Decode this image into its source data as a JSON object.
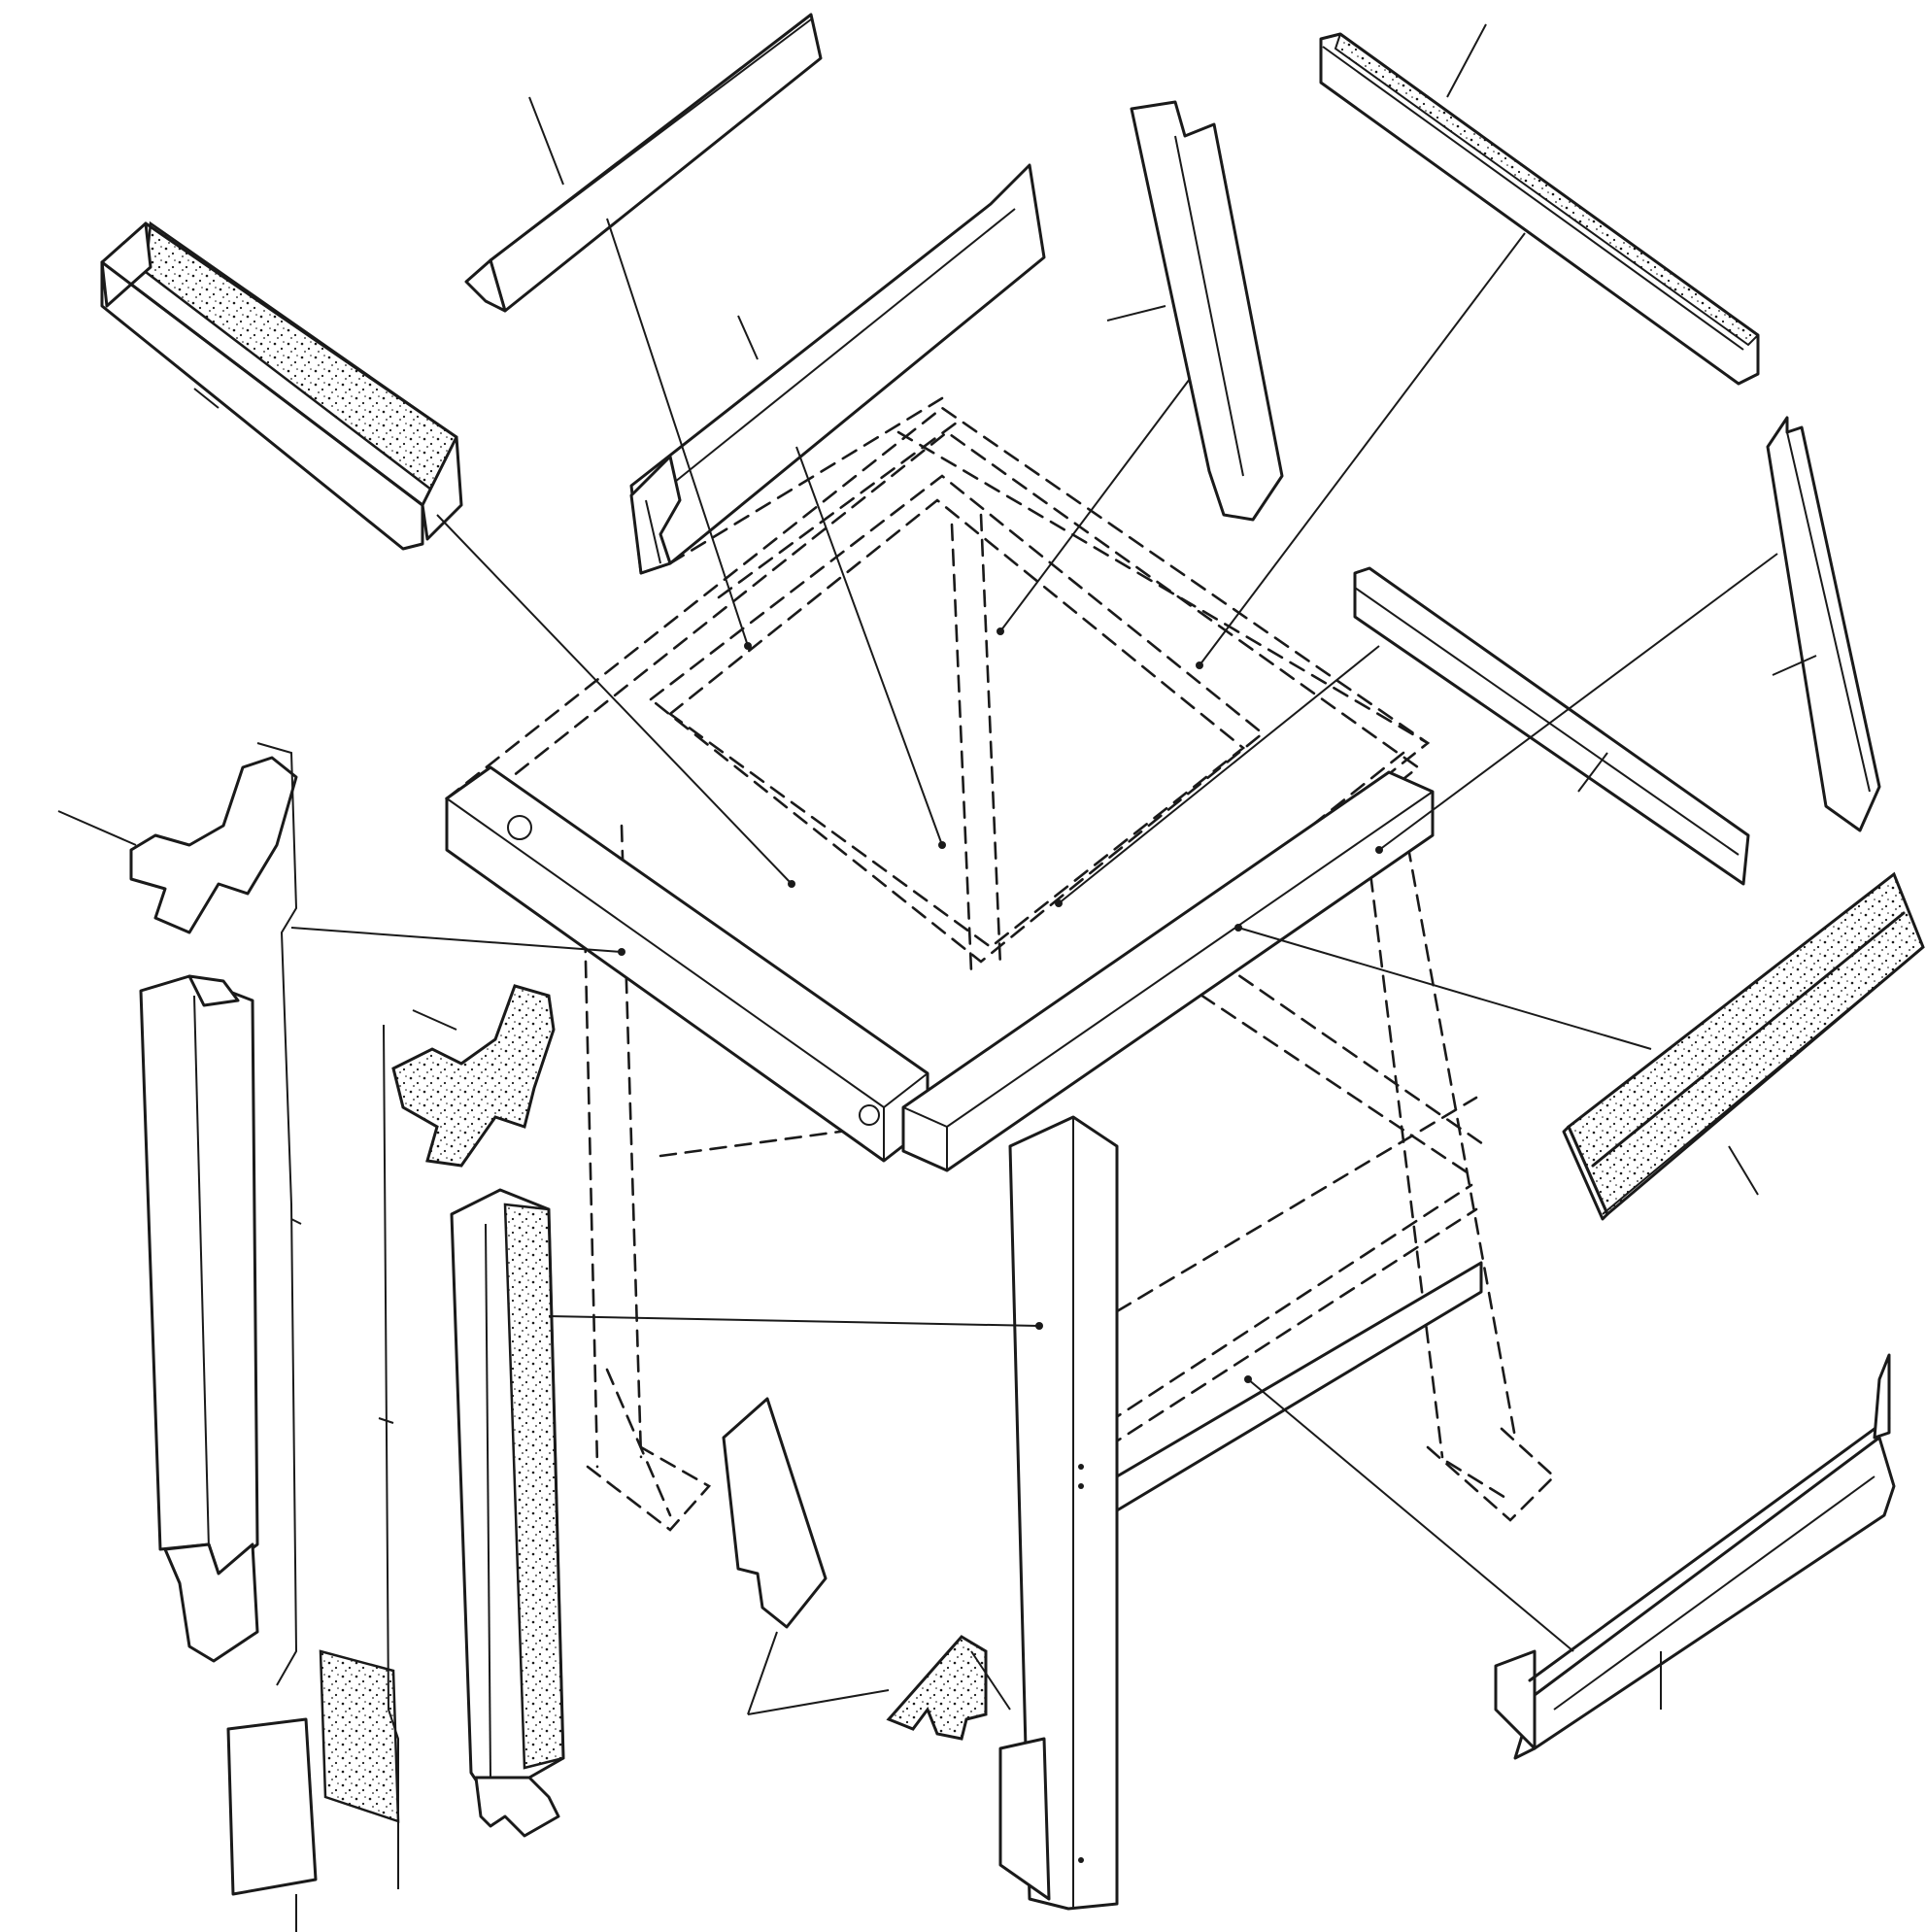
{
  "diagram": {
    "colors": {
      "ink": "#1a1a1a",
      "paper": "#ffffff",
      "stipple": "#1a1a1a"
    },
    "parts": [
      {
        "id": "top-left-channel"
      },
      {
        "id": "top-rail-angle"
      },
      {
        "id": "upper-side-trim"
      },
      {
        "id": "rear-post-trim"
      },
      {
        "id": "top-right-rail"
      },
      {
        "id": "right-upright-strip"
      },
      {
        "id": "mid-right-bar"
      },
      {
        "id": "right-angle-channel"
      },
      {
        "id": "lower-right-rail"
      },
      {
        "id": "corner-bracket-left"
      },
      {
        "id": "corner-bracket-center"
      },
      {
        "id": "front-left-post"
      },
      {
        "id": "front-center-post"
      },
      {
        "id": "foot-plate-left"
      },
      {
        "id": "foot-plate-right"
      },
      {
        "id": "leg-gusset"
      },
      {
        "id": "small-stiffener"
      }
    ]
  }
}
